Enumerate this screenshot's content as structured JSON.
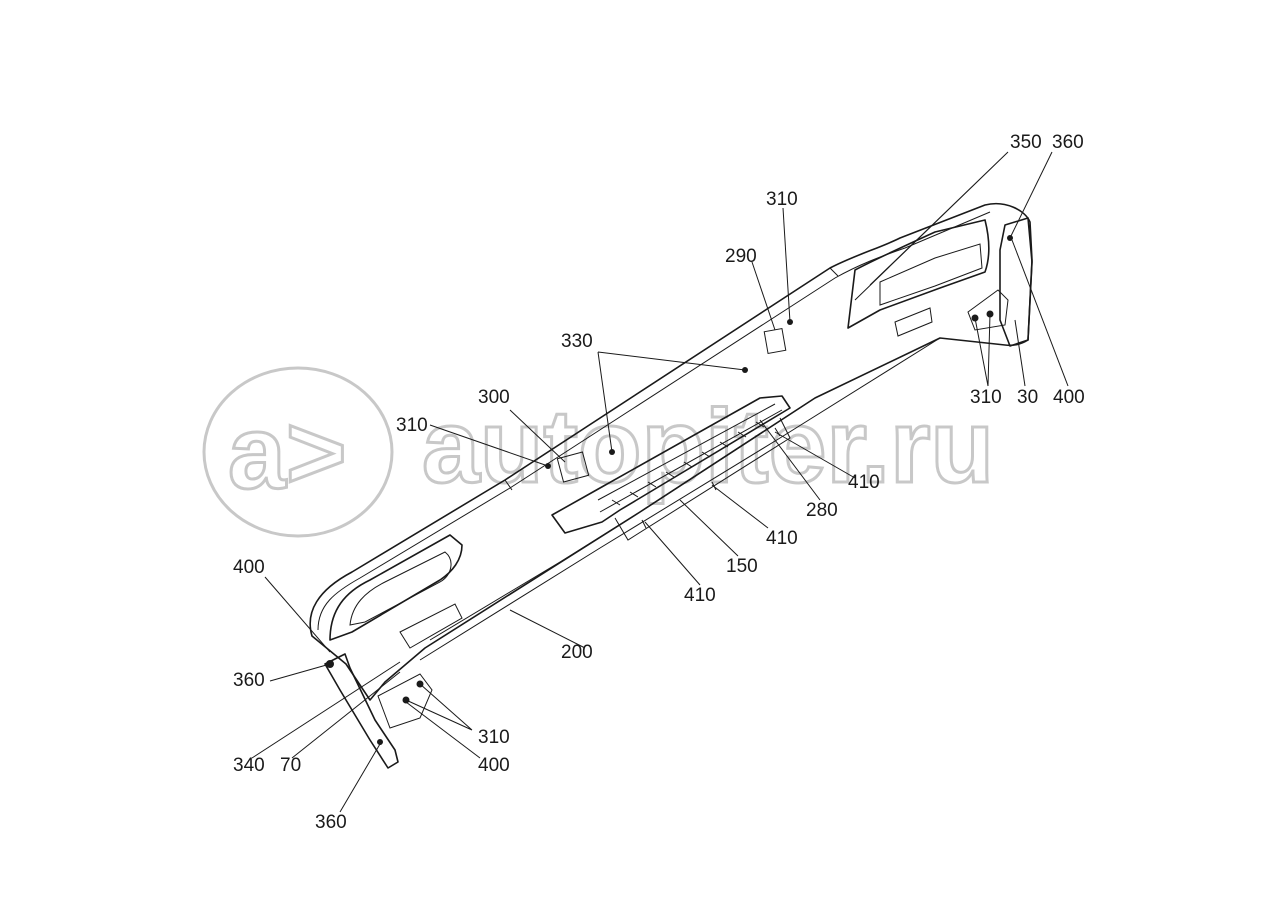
{
  "watermark": {
    "logo_glyph": "a>",
    "site": "autopiter.ru"
  },
  "callouts": {
    "c350": "350",
    "c360_top": "360",
    "c310_top": "310",
    "c290": "290",
    "c330": "330",
    "c300": "300",
    "c310_left": "310",
    "c310_right": "310",
    "c30": "30",
    "c400_right": "400",
    "c410_a": "410",
    "c280": "280",
    "c410_b": "410",
    "c150": "150",
    "c410_c": "410",
    "c200": "200",
    "c400_left": "400",
    "c360_left": "360",
    "c310_bottom": "310",
    "c340": "340",
    "c70": "70",
    "c400_bottom": "400",
    "c360_bottom": "360"
  }
}
